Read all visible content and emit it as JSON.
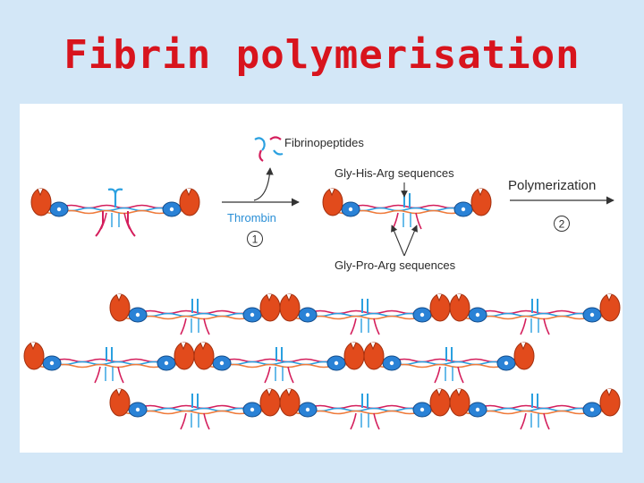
{
  "slide": {
    "title": "Fibrin polymerisation"
  },
  "diagram": {
    "labels": {
      "fibrinopeptides": "Fibrinopeptides",
      "thrombin": "Thrombin",
      "step1": "1",
      "gly_his_arg": "Gly-His-Arg sequences",
      "gly_pro_arg": "Gly-Pro-Arg sequences",
      "polymerization": "Polymerization",
      "step2": "2"
    },
    "colors": {
      "d_domain": "#e24b1c",
      "d_domain_edge": "#a3300f",
      "e_knob": "#2a82d6",
      "e_knob_edge": "#134c8a",
      "chain_red": "#d41e5c",
      "chain_blue": "#2aa0e0",
      "chain_orange": "#ef7a3a",
      "arrow": "#333333"
    },
    "polymer_rows": [
      {
        "name": "row-1",
        "segments": 3
      },
      {
        "name": "row-2",
        "segments": 3
      },
      {
        "name": "row-3",
        "segments": 3
      }
    ]
  }
}
